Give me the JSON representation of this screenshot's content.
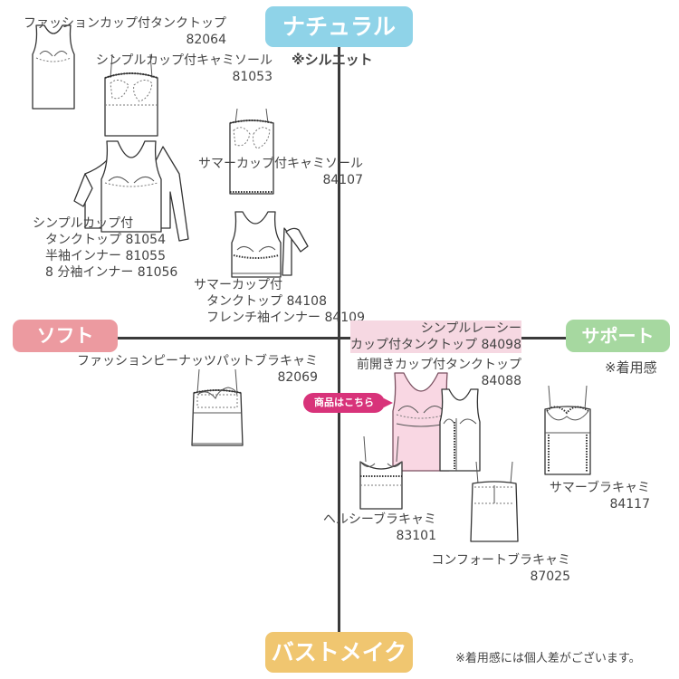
{
  "axes": {
    "top": "ナチュラル",
    "bottom": "バストメイク",
    "left": "ソフト",
    "right": "サポート",
    "top_note": "※シルエット",
    "right_note": "※着用感"
  },
  "footnote": "※着用感には個人差がございます。",
  "badge": "商品はこちら",
  "products": {
    "p82064": {
      "name": "ファッションカップ付タンクトップ",
      "code": "82064"
    },
    "p81053": {
      "name": "シンプルカップ付キャミソール",
      "code": "81053"
    },
    "p84107": {
      "name": "サマーカップ付キャミソール",
      "code": "84107"
    },
    "p8105x": {
      "lines": [
        "シンプルカップ付",
        "タンクトップ 81054",
        "半袖インナー 81055",
        "8 分袖インナー 81056"
      ]
    },
    "p8410x": {
      "lines": [
        "サマーカップ付",
        "タンクトップ 84108",
        "フレンチ袖インナー 84109"
      ]
    },
    "p84098": {
      "line1": "シンプルレーシー",
      "line2": "カップ付タンクトップ 84098"
    },
    "p84088": {
      "name": "前開きカップ付タンクトップ",
      "code": "84088"
    },
    "p82069": {
      "name": "ファッションピーナッツパットブラキャミ",
      "code": "82069"
    },
    "p84117": {
      "name": "サマーブラキャミ",
      "code": "84117"
    },
    "p83101": {
      "name": "ヘルシーブラキャミ",
      "code": "83101"
    },
    "p87025": {
      "name": "コンフォートブラキャミ",
      "code": "87025"
    }
  }
}
